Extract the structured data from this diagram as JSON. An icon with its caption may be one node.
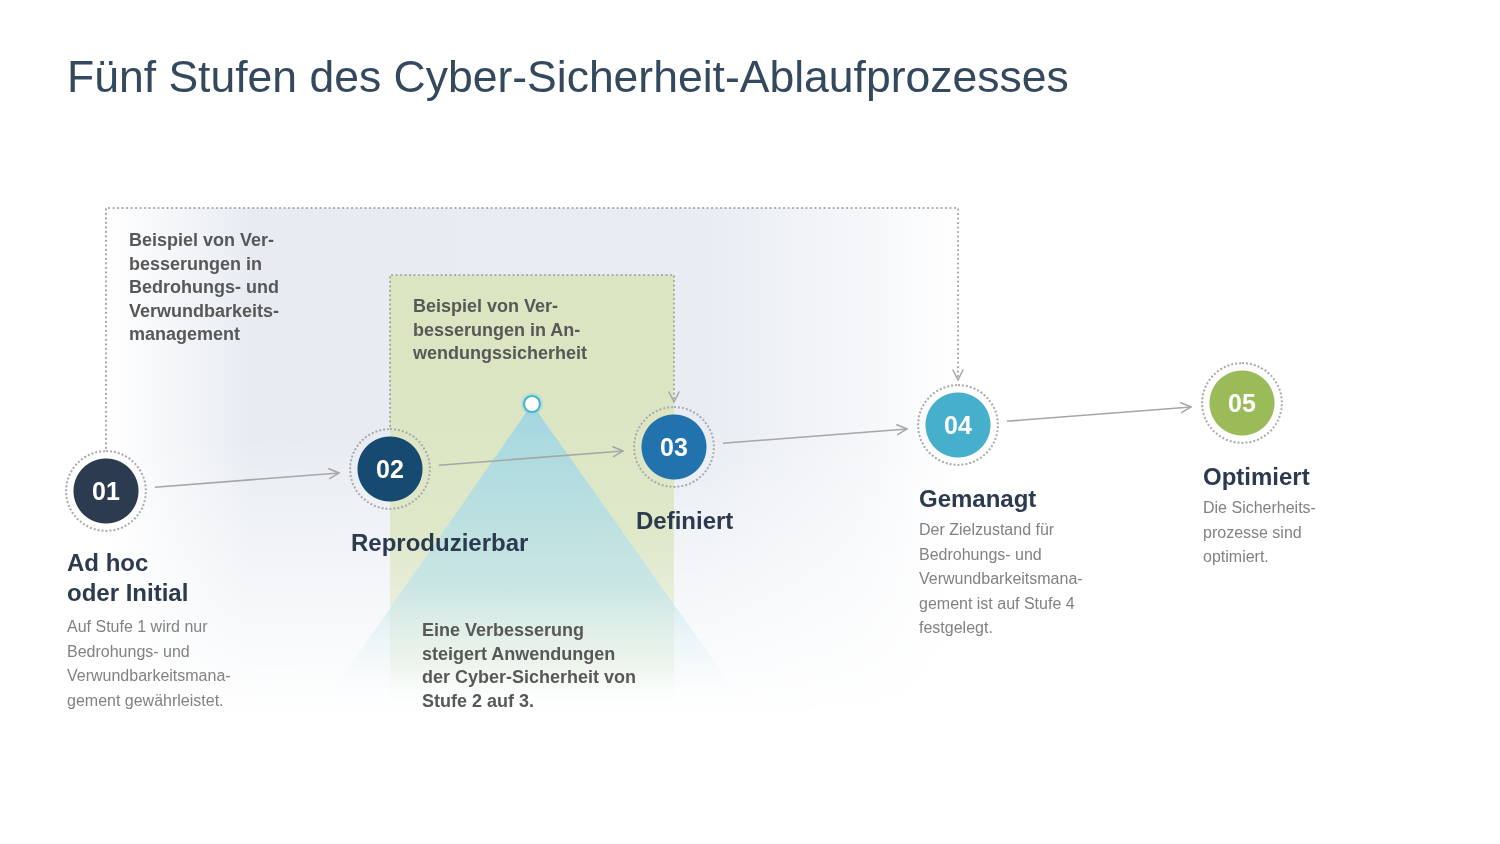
{
  "diagram": {
    "title": "Fünf Stufen des Cyber-Sicherheit-Ablaufprozesses",
    "nodes": [
      {
        "text": [
          "Beispiel von Ver- besserungen in An- wendungssicherheit"
        ]
      },
      {
        "text": [
          "01"
        ],
        "beside": [
          "Ad hoc oder Initial",
          "Auf Stufe 1 wird nur Bedrohungs- und Verwundbarkeitsmana- gement gewährleistet."
        ]
      },
      {
        "text": [
          "02"
        ],
        "beside": [
          "Reproduzierbar"
        ]
      },
      {
        "text": [
          "03"
        ],
        "beside": [
          "Definiert"
        ]
      },
      {
        "text": [
          "04"
        ],
        "beside": [
          "Gemanagt",
          "Der Zielzustand für Bedrohungs- und Verwundbarkeitsmana- gement ist auf Stufe 4 festgelegt."
        ]
      },
      {
        "text": [
          "05"
        ],
        "beside": [
          "Optimiert",
          "Die Sicherheits- prozesse sind optimiert."
        ]
      }
    ],
    "edges": [
      {
        "from": 1,
        "to": 2,
        "arrow": "to"
      },
      {
        "from": 2,
        "to": 3,
        "arrow": "to"
      },
      {
        "from": 3,
        "to": 4,
        "arrow": "to"
      },
      {
        "from": 4,
        "to": 5,
        "arrow": "to"
      },
      {
        "from": 1,
        "to": 4,
        "arrow": "to",
        "style": "dashed"
      },
      {
        "from": 2,
        "to": 3,
        "arrow": "to",
        "style": "dashed"
      }
    ],
    "labels": [
      "Beispiel von Ver- besserungen in Bedrohungs- und Verwundbarkeits- management",
      "Eine Verbesserung steigert Anwendungen der Cyber-Sicherheit von Stufe 2 auf 3."
    ]
  }
}
